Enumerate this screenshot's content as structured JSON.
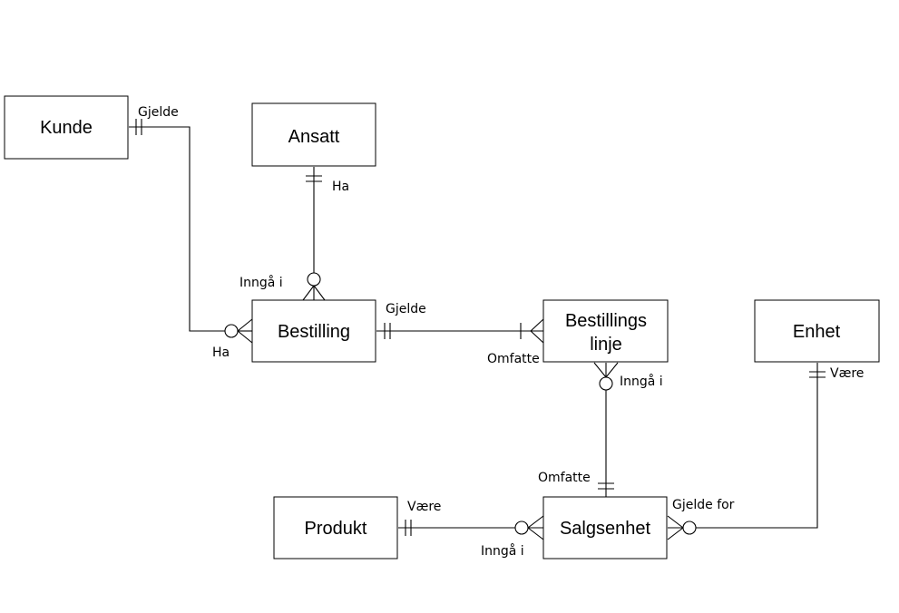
{
  "entities": {
    "kunde": "Kunde",
    "ansatt": "Ansatt",
    "bestilling": "Bestilling",
    "bestillingslinje": [
      "Bestillings",
      "linje"
    ],
    "enhet": "Enhet",
    "produkt": "Produkt",
    "salgsenhet": "Salgsenhet"
  },
  "relationships": [
    {
      "from": "Kunde",
      "to": "Bestilling",
      "label_one": "Gjelde",
      "label_many": "Ha"
    },
    {
      "from": "Ansatt",
      "to": "Bestilling",
      "label_one": "Ha",
      "label_many": "Inngå i"
    },
    {
      "from": "Bestilling",
      "to": "Bestillings linje",
      "label_one": "Gjelde",
      "label_many": "Omfatte"
    },
    {
      "from": "Bestillings linje",
      "to": "Salgsenhet",
      "label_many": "Inngå i",
      "label_one": "Omfatte"
    },
    {
      "from": "Enhet",
      "to": "Salgsenhet",
      "label_one": "Være",
      "label_many": "Gjelde for"
    },
    {
      "from": "Produkt",
      "to": "Salgsenhet",
      "label_one": "Være",
      "label_many": "Inngå i"
    }
  ]
}
